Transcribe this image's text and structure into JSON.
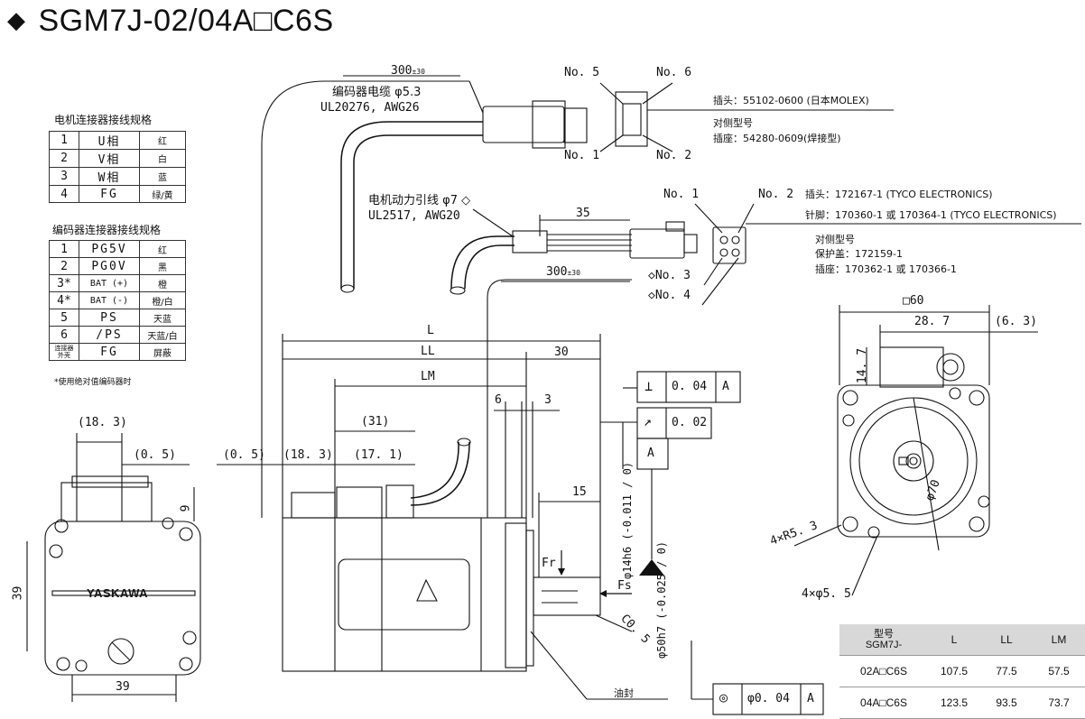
{
  "title": "SGM7J-02/04A□C6S",
  "motor_conn": {
    "title": "电机连接器接线规格",
    "rows": [
      {
        "n": "1",
        "s": "U相",
        "c": "红"
      },
      {
        "n": "2",
        "s": "V相",
        "c": "白"
      },
      {
        "n": "3",
        "s": "W相",
        "c": "蓝"
      },
      {
        "n": "4",
        "s": "FG",
        "c": "绿/黄"
      }
    ]
  },
  "enc_conn": {
    "title": "编码器连接器接线规格",
    "rows": [
      {
        "n": "1",
        "s": "PG5V",
        "c": "红"
      },
      {
        "n": "2",
        "s": "PG0V",
        "c": "黑"
      },
      {
        "n": "3*",
        "s": "BAT (+)",
        "c": "橙"
      },
      {
        "n": "4*",
        "s": "BAT (-)",
        "c": "橙/白"
      },
      {
        "n": "5",
        "s": "PS",
        "c": "天蓝"
      },
      {
        "n": "6",
        "s": "/PS",
        "c": "天蓝/白"
      },
      {
        "n": "连接器外壳",
        "s": "FG",
        "c": "屏蔽"
      }
    ],
    "note": "*使用绝对值编码器时"
  },
  "labels": {
    "enc_len": "300",
    "enc_tol": "±30",
    "enc_cable": "编码器电缆 φ5.3",
    "enc_std": "UL20276, AWG26",
    "no5": "No. 5",
    "no6": "No. 6",
    "no1a": "No. 1",
    "no2a": "No. 2",
    "plug1": "插头：55102-0600 (日本MOLEX)",
    "mate1": "对侧型号",
    "socket1": "插座：54280-0609(焊接型)",
    "pwr_cable": "电机动力引线 φ7 ◇",
    "pwr_std": "UL2517, AWG20",
    "d35": "35",
    "pwr_len": "300",
    "pwr_tol": "±30",
    "no1b": "No. 1",
    "no2b": "No. 2",
    "no3b": "◇No. 3",
    "no4b": "◇No. 4",
    "plug2": "插头：172167-1 (TYCO ELECTRONICS)",
    "pin2": "针脚：170360-1 或 170364-1 (TYCO ELECTRONICS)",
    "mate2": "对侧型号",
    "cover2": "保护盖：172159-1",
    "socket2": "插座：170362-1 或 170366-1",
    "L": "L",
    "LL": "LL",
    "LM": "LM",
    "d30": "30",
    "d6": "6",
    "d3": "3",
    "d183a": "(18. 3)",
    "d05a": "(0. 5)",
    "d05b": "(0. 5)",
    "d183b": "(18. 3)",
    "d31": "(31)",
    "d171": "(17. 1)",
    "d9": "9",
    "d39v": "39",
    "d39h": "39",
    "brand": "YASKAWA",
    "perp": "⊥",
    "tol004": "0. 04",
    "datumA1": "A",
    "runout": "↗",
    "tol002": "0. 02",
    "datumA2": "A",
    "d15": "15",
    "Fr": "Fr",
    "Fs": "Fs",
    "shaft14": "φ14h6 (-0.011 / 0)",
    "spig50": "φ50h7 (-0.025 / 0)",
    "c05": "C0. 5",
    "oilseal": "油封",
    "conc_sym": "◎",
    "conc_tol": "φ0. 04",
    "conc_A": "A",
    "sq60": "□60",
    "d287": "28. 7",
    "d63": "(6. 3)",
    "d147": "14. 7",
    "phi70": "φ70",
    "r53": "4×R5. 3",
    "phi55": "4×φ5. 5"
  },
  "dims_table": {
    "head": {
      "model": "型号\nSGM7J-",
      "L": "L",
      "LL": "LL",
      "LM": "LM"
    },
    "rows": [
      {
        "model": "02A□C6S",
        "L": "107.5",
        "LL": "77.5",
        "LM": "57.5"
      },
      {
        "model": "04A□C6S",
        "L": "123.5",
        "LL": "93.5",
        "LM": "73.7"
      }
    ]
  }
}
